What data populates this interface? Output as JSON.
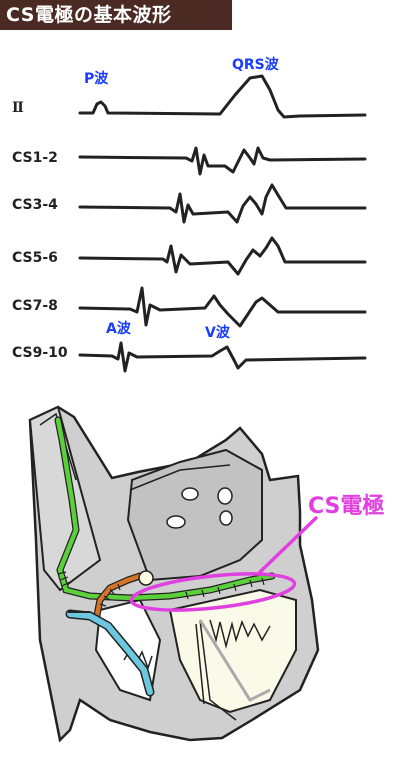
{
  "title": "CS電極の基本波形",
  "leads": [
    {
      "id": "ii",
      "label": "Ⅱ"
    },
    {
      "id": "cs12",
      "label": "CS1-2"
    },
    {
      "id": "cs34",
      "label": "CS3-4"
    },
    {
      "id": "cs56",
      "label": "CS5-6"
    },
    {
      "id": "cs78",
      "label": "CS7-8"
    },
    {
      "id": "cs910",
      "label": "CS9-10"
    }
  ],
  "wave_labels": {
    "p": "P波",
    "qrs": "QRS波",
    "a": "A波",
    "v": "V波"
  },
  "diagram_label": "CS電極",
  "colors": {
    "title_bg": "#4a2a22",
    "wave_label": "#1a3cff",
    "cs_highlight": "#e040e0",
    "catheter_green": "#5bd03a",
    "catheter_orange": "#d8742a",
    "catheter_blue": "#6cc8e0",
    "heart_gray": "#c8c8c8"
  }
}
